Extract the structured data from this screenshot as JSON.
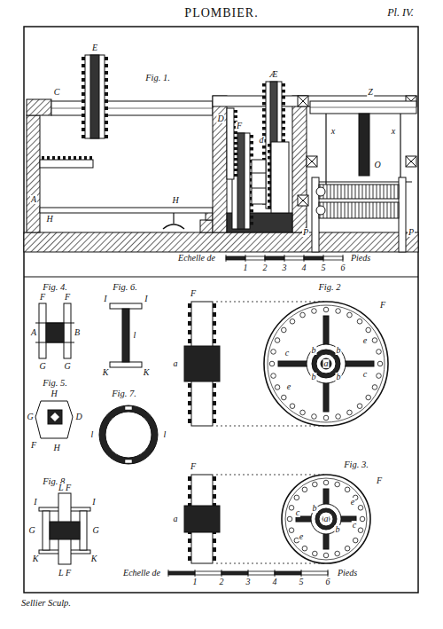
{
  "diagram": {
    "title": "PLOMBIER.",
    "labels": [
      "Pl. IV.",
      "Fig. 1.",
      "E",
      "C",
      "A",
      "H",
      "H",
      "D",
      "Æ",
      "F",
      "d",
      "Z",
      "O",
      "x",
      "x",
      "P",
      "P",
      "Echelle de",
      "1",
      "2",
      "3",
      "4",
      "5",
      "6",
      "Pieds",
      "Fig. 4.",
      "F",
      "F",
      "A",
      "B",
      "G",
      "G",
      "Fig. 6.",
      "I",
      "I",
      "l",
      "K",
      "K",
      "Fig. 5.",
      "H",
      "G",
      "D",
      "F",
      "H",
      "Fig. 7.",
      "l",
      "l",
      "Fig. 8.",
      "I",
      "L F",
      "I",
      "G",
      "G",
      "K",
      "L F",
      "K",
      "F",
      "a",
      "Fig. 2",
      "F",
      "a",
      "b",
      "b",
      "b",
      "b",
      "c",
      "c",
      "e",
      "e",
      "F",
      "a",
      "Fig. 3.",
      "F",
      "a",
      "b",
      "b",
      "c",
      "c",
      "e",
      "e",
      "Echelle de",
      "1",
      "2",
      "3",
      "4",
      "5",
      "6",
      "Pieds",
      "Sellier Sculp."
    ]
  }
}
